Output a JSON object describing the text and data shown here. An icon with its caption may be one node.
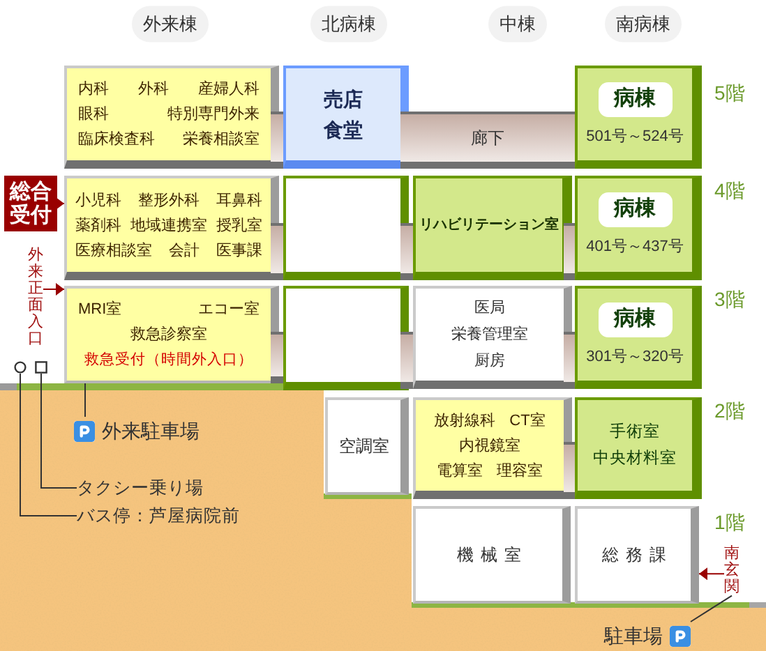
{
  "diagram": {
    "nodes": [
      {
        "text": [
          "内科",
          "外科",
          "産婦人科",
          "眼科",
          "特別専門外来",
          "臨床検査科",
          "栄養相談室"
        ]
      },
      {
        "text": [
          "売店",
          "食堂"
        ]
      },
      {
        "text": [
          "廊下"
        ]
      },
      {
        "text": [
          "501号～524号"
        ]
      },
      {
        "text": [
          "病棟"
        ],
        "in": 3
      },
      {
        "text": [
          "総合受付"
        ]
      },
      {
        "text": [
          "小児科",
          "整形外科",
          "耳鼻科",
          "薬剤科",
          "地域連携室",
          "授乳室",
          "医療相談室",
          "会計",
          "医事課"
        ]
      },
      {
        "text": [],
        "shape": "box"
      },
      {
        "text": [
          "リハビリテーション室"
        ]
      },
      {
        "text": [
          "401号～437号"
        ]
      },
      {
        "text": [
          "病棟"
        ],
        "in": 9
      },
      {
        "text": [
          "外来正面入口"
        ]
      },
      {
        "text": [
          "MRI室",
          "エコー室",
          "救急診察室",
          "救急受付（時間外入口）"
        ]
      },
      {
        "text": [],
        "shape": "box"
      },
      {
        "text": [
          "医局",
          "栄養管理室",
          "厨房"
        ]
      },
      {
        "text": [
          "301号～320号"
        ]
      },
      {
        "text": [
          "病棟"
        ],
        "in": 15
      },
      {
        "text": [
          "空調室"
        ]
      },
      {
        "text": [
          "放射線科",
          "CT室",
          "内視鏡室",
          "電算室",
          "理容室"
        ]
      },
      {
        "text": [
          "手術室",
          "中央材料室"
        ]
      },
      {
        "text": [
          "機械室"
        ]
      },
      {
        "text": [
          "総務課"
        ]
      },
      {
        "text": [
          "南玄関"
        ]
      },
      {
        "text": [
          "外来駐車場"
        ]
      },
      {
        "text": [
          "タクシー乗り場"
        ]
      },
      {
        "text": [],
        "shape": "box"
      },
      {
        "text": [
          "バス停：芦屋病院前"
        ]
      },
      {
        "text": [],
        "shape": "circle"
      },
      {
        "text": [
          "駐車場"
        ]
      }
    ],
    "edges": [
      {
        "from": 5,
        "to": 6,
        "arrow": "to",
        "color": "#990000"
      },
      {
        "from": 11,
        "to": 12,
        "arrow": "to",
        "color": "#990000"
      },
      {
        "from": 22,
        "to": 21,
        "arrow": "to",
        "color": "#990000"
      },
      {
        "from": 23,
        "to": 12,
        "arrow": "none"
      },
      {
        "from": 24,
        "to": 25,
        "arrow": "none"
      },
      {
        "from": 26,
        "to": 27,
        "arrow": "none"
      },
      {
        "from": 28,
        "to": 22,
        "arrow": "none"
      }
    ],
    "labels": [
      "外来棟",
      "北病棟",
      "中棟",
      "南病棟",
      "5階",
      "4階",
      "3階",
      "2階",
      "1階"
    ]
  }
}
